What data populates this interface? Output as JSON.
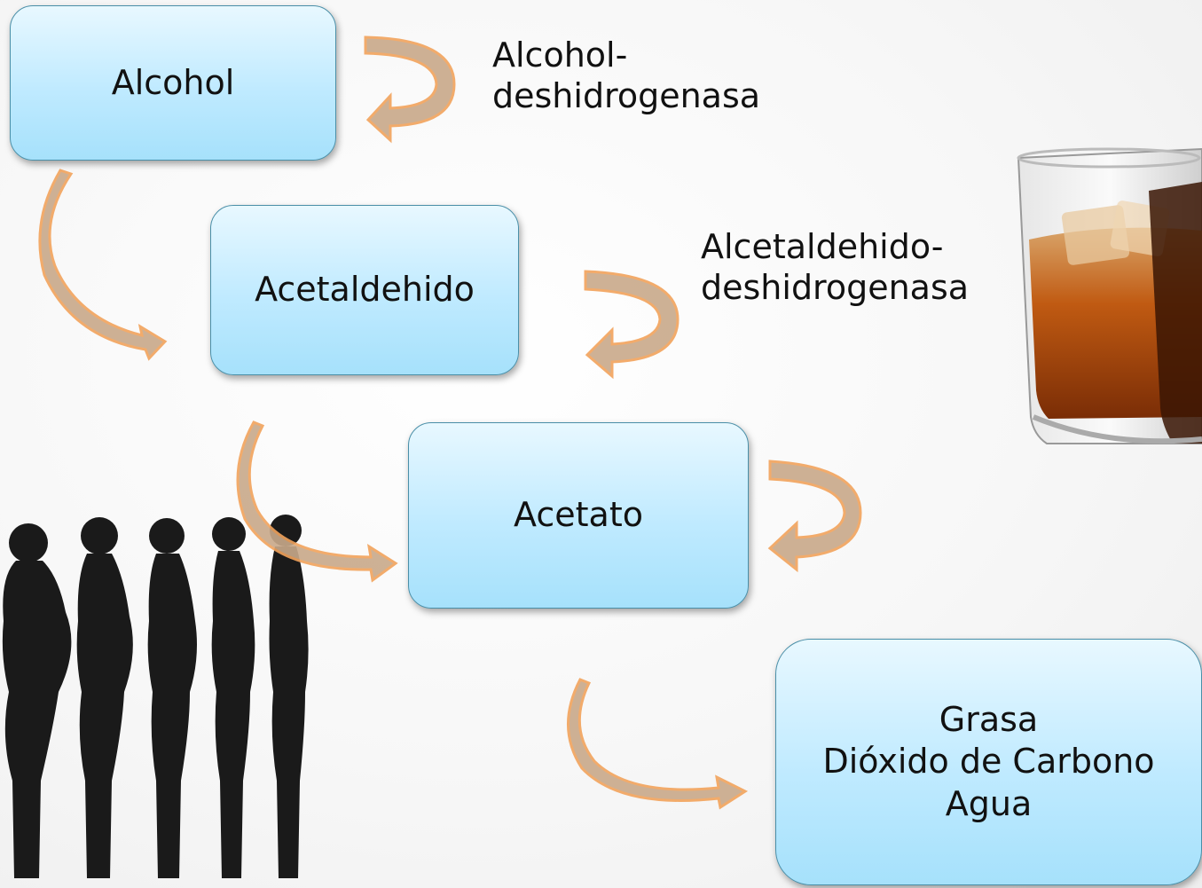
{
  "steps": {
    "alcohol": "Alcohol",
    "acetaldehido": "Acetaldehido",
    "acetato": "Acetato",
    "products": [
      "Grasa",
      "Dióxido de Carbono",
      "Agua"
    ]
  },
  "enzymes": {
    "enzyme1_line1": "Alcohol-",
    "enzyme1_line2": "deshidrogenasa",
    "enzyme2_line1": "Alcetaldehido-",
    "enzyme2_line2": "deshidrogenasa"
  },
  "colors": {
    "box_fill": "#bfeaff",
    "box_border": "#4a8fa8",
    "arrow_fill": "#c9a98a",
    "arrow_stroke": "#f2a35c",
    "silhouette": "#1a1a1a"
  },
  "images": {
    "glass": "whiskey-glasses-photo",
    "people": "body-silhouettes-weight-gain"
  }
}
